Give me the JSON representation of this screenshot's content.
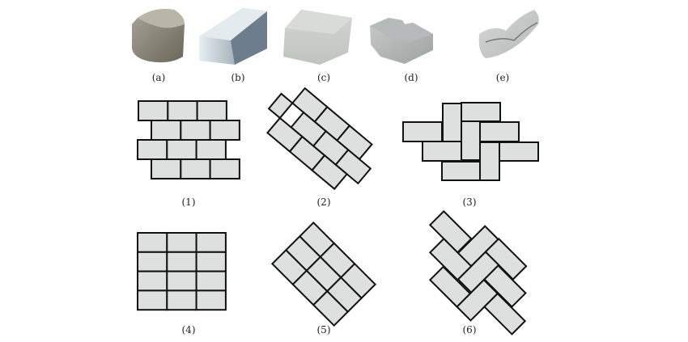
{
  "blocks": [
    {
      "label": "(a)",
      "kind": "square-cobble"
    },
    {
      "label": "(b)",
      "kind": "rectangular-brick"
    },
    {
      "label": "(c)",
      "kind": "ribbed-rectangular-block"
    },
    {
      "label": "(d)",
      "kind": "i-shaped-block"
    },
    {
      "label": "(e)",
      "kind": "wave-shaped-block"
    }
  ],
  "patterns": [
    {
      "label": "(1)",
      "kind": "running-bond"
    },
    {
      "label": "(2)",
      "kind": "diagonal-running-bond"
    },
    {
      "label": "(3)",
      "kind": "herringbone"
    },
    {
      "label": "(4)",
      "kind": "stack-bond"
    },
    {
      "label": "(5)",
      "kind": "diagonal-stack-bond"
    },
    {
      "label": "(6)",
      "kind": "diagonal-herringbone"
    }
  ],
  "colors": {
    "brick_fill": "#dde0df",
    "outline": "#111111"
  }
}
